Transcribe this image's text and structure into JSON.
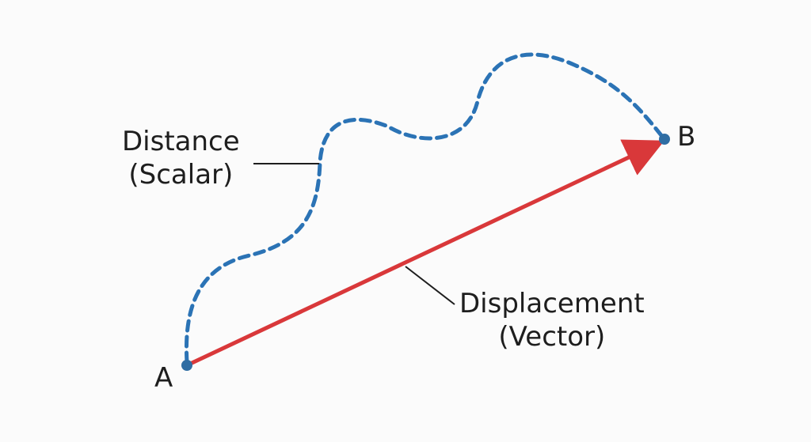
{
  "points": {
    "start": "A",
    "end": "B"
  },
  "distance_label": {
    "line1": "Distance",
    "line2": "(Scalar)"
  },
  "displacement_label": {
    "line1": "Displacement",
    "line2": "(Vector)"
  },
  "colors": {
    "path": "#2b73b5",
    "arrow": "#d9383a",
    "point": "#2f6da3",
    "text": "#1e1e1e"
  }
}
